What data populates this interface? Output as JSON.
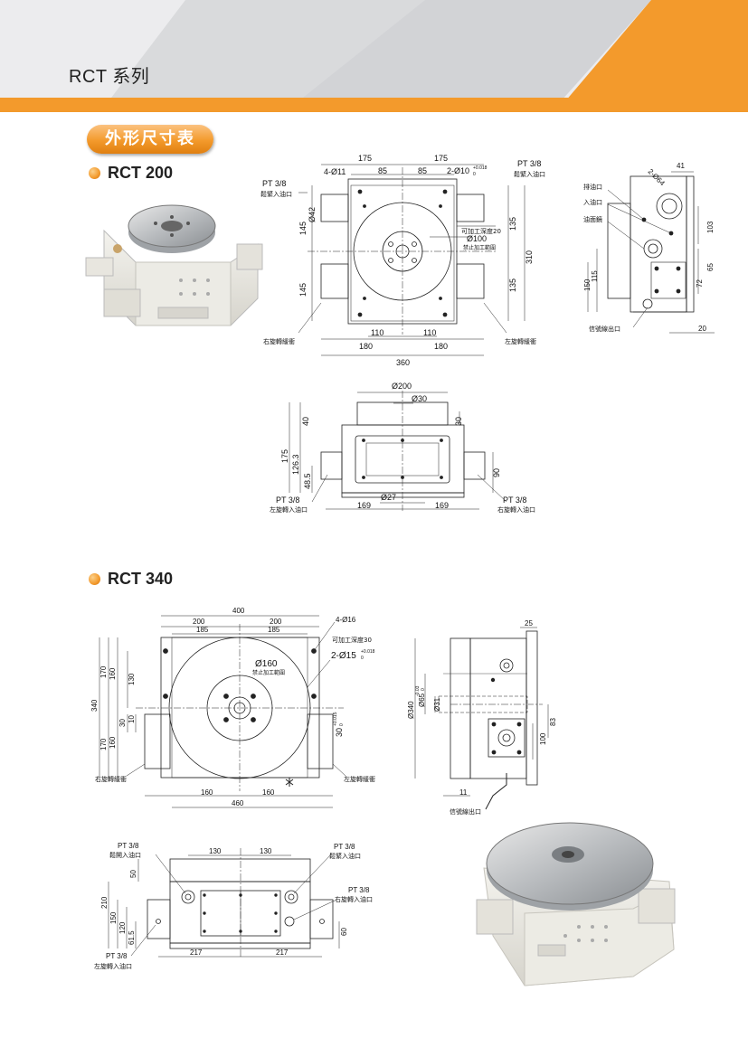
{
  "header": {
    "title": "RCT  系列",
    "accent": "#f39a2c"
  },
  "section": {
    "label": "外形尺寸表"
  },
  "rct200": {
    "name": "RCT 200",
    "top": {
      "d175a": "175",
      "d175b": "175",
      "holes": "4-Ø11",
      "d85a": "85",
      "d85b": "85",
      "pin": "2-Ø10",
      "pin_tol_up": "+0.018",
      "pin_tol_lo": "0",
      "pt_l": "PT 3/8",
      "pt_l_sub": "鬆緊入油口",
      "pt_r": "PT 3/8",
      "pt_r_sub": "鬆緊入油口",
      "d42": "Ø42",
      "d145a": "145",
      "d145b": "145",
      "d135a": "135",
      "d135b": "135",
      "d310": "310",
      "depth": "可加工深度20",
      "d100": "Ø100",
      "no_mach": "禁止加工範圍",
      "d110a": "110",
      "d110b": "110",
      "d180a": "180",
      "d180b": "180",
      "d360": "360",
      "damper_r": "右旋轉緩衝",
      "damper_l": "左旋轉緩衝"
    },
    "side": {
      "d41": "41",
      "d64": "2-Ø64",
      "exhaust": "排油口",
      "inlet": "入油口",
      "oilgauge": "油面鏡",
      "d103": "103",
      "d65": "65",
      "d72": "72",
      "d115": "115",
      "d150": "150",
      "d20": "20",
      "signal": "信號線出口"
    },
    "front": {
      "d200": "Ø200",
      "d30": "Ø30",
      "d40": "40",
      "d30b": "30",
      "d175": "175",
      "d126": "126.3",
      "d485": "48.5",
      "d90": "90",
      "d27": "Ø27",
      "d169a": "169",
      "d169b": "169",
      "pt_l": "PT 3/8",
      "pt_l_sub": "左旋轉入油口",
      "pt_r": "PT 3/8",
      "pt_r_sub": "右旋轉入油口"
    }
  },
  "rct340": {
    "name": "RCT 340",
    "top": {
      "d400": "400",
      "d200a": "200",
      "d200b": "200",
      "d185a": "185",
      "d185b": "185",
      "holes": "4-Ø16",
      "depth": "可加工深度30",
      "pin": "2-Ø15",
      "pin_tol_up": "+0.018",
      "pin_tol_lo": "0",
      "d160c": "Ø160",
      "no_mach": "禁止加工範圍",
      "d340": "340",
      "d170a": "170",
      "d170b": "170",
      "d160a": "160",
      "d160b": "160",
      "d130": "130",
      "d30": "30",
      "d10": "10",
      "d30tol": "30",
      "d30tol_up": "+0.015",
      "d30tol_lo": "0",
      "d160h1": "160",
      "d160h2": "160",
      "d460": "460",
      "damper_r": "右旋轉緩衝",
      "damper_l": "左旋轉緩衝"
    },
    "side": {
      "d25": "25",
      "d340": "Ø340",
      "d65": "Ø65",
      "d65_up": "-0.03",
      "d65_lo": "0",
      "d31": "Ø31",
      "d83": "83",
      "d100": "100",
      "d11": "11",
      "signal": "信號線出口"
    },
    "front": {
      "d130a": "130",
      "d130b": "130",
      "pt_tl": "PT 3/8",
      "pt_tl_sub": "鬆開入油口",
      "pt_tr": "PT 3/8",
      "pt_tr_sub": "鬆緊入油口",
      "pt_r": "PT 3/8",
      "pt_r_sub": "右旋轉入油口",
      "d50": "50",
      "d210": "210",
      "d150": "150",
      "d120": "120",
      "d615": "61.5",
      "d60": "60",
      "d217a": "217",
      "d217b": "217",
      "pt_l": "PT 3/8",
      "pt_l_sub": "左旋轉入油口"
    }
  }
}
